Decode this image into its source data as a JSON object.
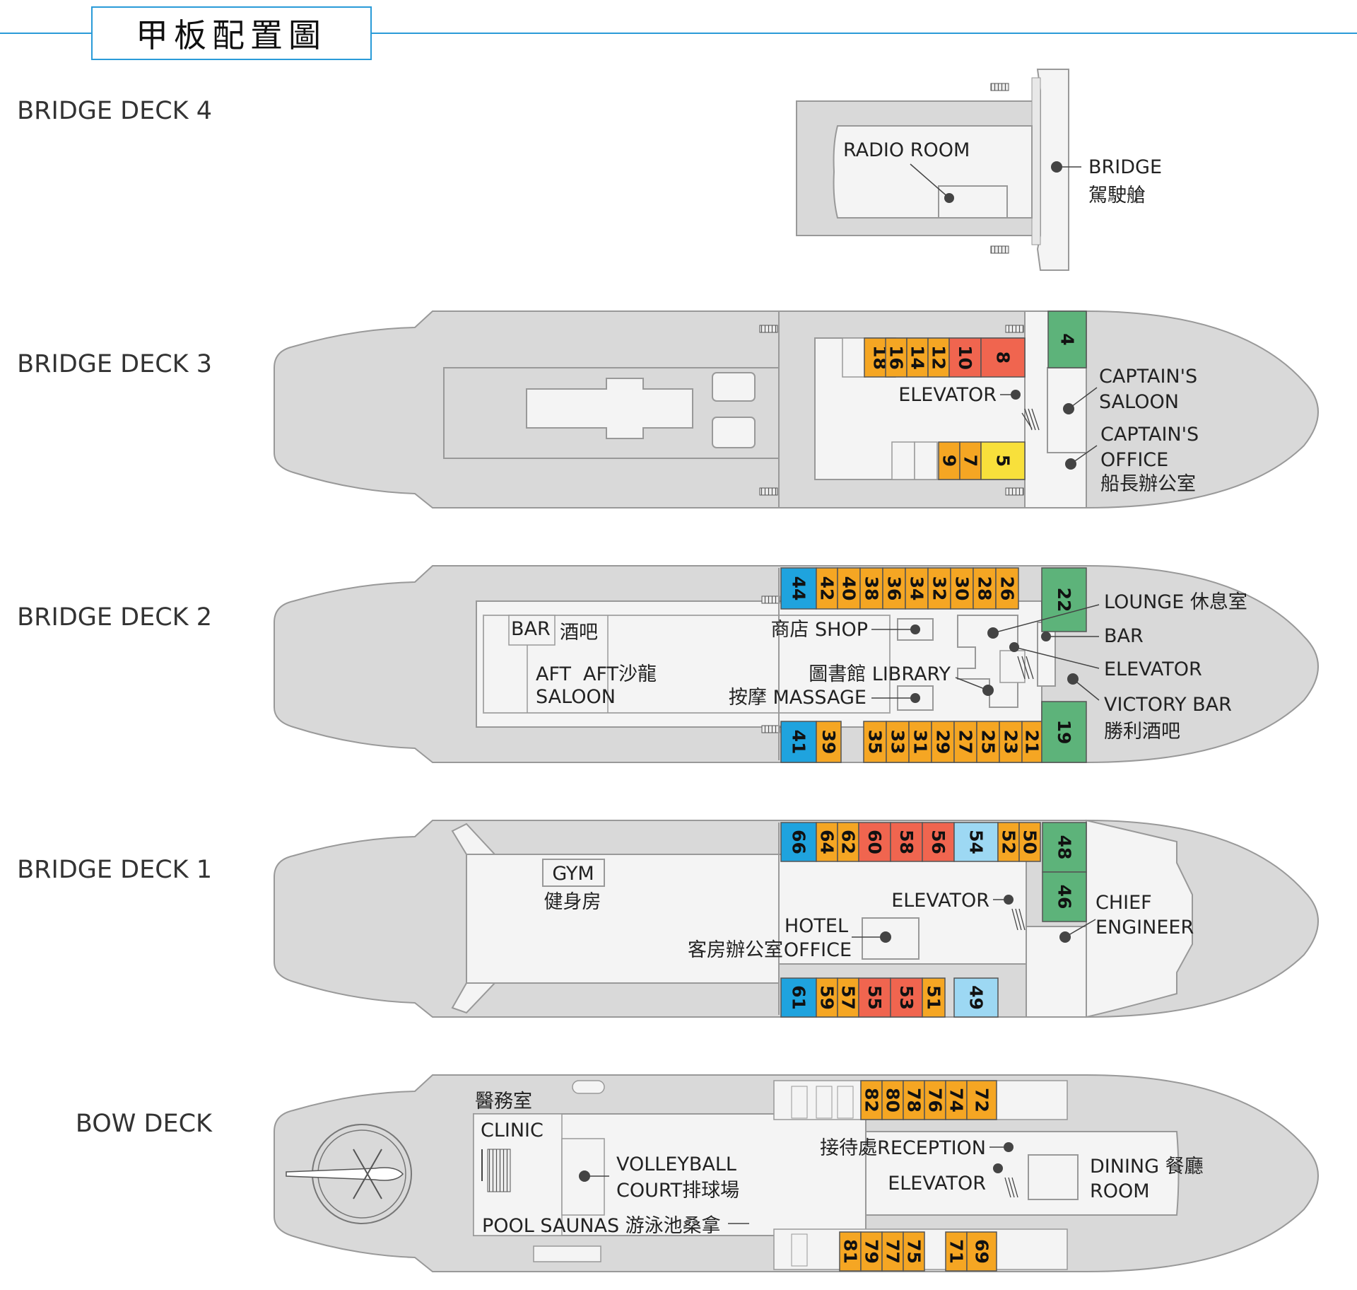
{
  "title": "甲板配置圖",
  "colors": {
    "orange": "#F5A623",
    "red": "#F0654F",
    "blue": "#1FA3DE",
    "lightblue": "#9DD8F3",
    "green": "#5DB37A",
    "yellow": "#F8E03B",
    "hull": "#D9D9D9",
    "interior": "#F4F4F4",
    "accent": "#2A9BD8"
  },
  "decks": [
    {
      "name": "BRIDGE DECK 4",
      "labels": [
        {
          "text": "RADIO ROOM"
        },
        {
          "text": "BRIDGE"
        },
        {
          "text": "駕駛艙"
        }
      ],
      "cabins": []
    },
    {
      "name": "BRIDGE DECK 3",
      "labels": [
        {
          "text": "ELEVATOR"
        },
        {
          "text": "CAPTAIN'S"
        },
        {
          "text": "SALOON"
        },
        {
          "text": "CAPTAIN'S"
        },
        {
          "text": "OFFICE"
        },
        {
          "text": "船長辦公室"
        }
      ],
      "cabins": [
        {
          "n": "18",
          "c": "orange"
        },
        {
          "n": "16",
          "c": "orange"
        },
        {
          "n": "14",
          "c": "orange"
        },
        {
          "n": "12",
          "c": "orange"
        },
        {
          "n": "10",
          "c": "red"
        },
        {
          "n": "8",
          "c": "red"
        },
        {
          "n": "4",
          "c": "green"
        },
        {
          "n": "9",
          "c": "orange"
        },
        {
          "n": "7",
          "c": "orange"
        },
        {
          "n": "5",
          "c": "yellow"
        }
      ]
    },
    {
      "name": "BRIDGE DECK 2",
      "labels": [
        {
          "text": "BAR"
        },
        {
          "text": "酒吧"
        },
        {
          "text": "AFT"
        },
        {
          "text": "SALOON"
        },
        {
          "text": "AFT沙龍"
        },
        {
          "text": "商店 SHOP"
        },
        {
          "text": "圖書館 LIBRARY"
        },
        {
          "text": "按摩 MASSAGE"
        },
        {
          "text": "LOUNGE 休息室"
        },
        {
          "text": "BAR"
        },
        {
          "text": "ELEVATOR"
        },
        {
          "text": "VICTORY BAR"
        },
        {
          "text": "勝利酒吧"
        }
      ],
      "cabins": [
        {
          "n": "44",
          "c": "blue"
        },
        {
          "n": "42",
          "c": "orange"
        },
        {
          "n": "40",
          "c": "orange"
        },
        {
          "n": "38",
          "c": "orange"
        },
        {
          "n": "36",
          "c": "orange"
        },
        {
          "n": "34",
          "c": "orange"
        },
        {
          "n": "32",
          "c": "orange"
        },
        {
          "n": "30",
          "c": "orange"
        },
        {
          "n": "28",
          "c": "orange"
        },
        {
          "n": "26",
          "c": "orange"
        },
        {
          "n": "22",
          "c": "green"
        },
        {
          "n": "41",
          "c": "blue"
        },
        {
          "n": "39",
          "c": "orange"
        },
        {
          "n": "35",
          "c": "orange"
        },
        {
          "n": "33",
          "c": "orange"
        },
        {
          "n": "31",
          "c": "orange"
        },
        {
          "n": "29",
          "c": "orange"
        },
        {
          "n": "27",
          "c": "orange"
        },
        {
          "n": "25",
          "c": "orange"
        },
        {
          "n": "23",
          "c": "orange"
        },
        {
          "n": "21",
          "c": "orange"
        },
        {
          "n": "19",
          "c": "green"
        }
      ]
    },
    {
      "name": "BRIDGE DECK 1",
      "labels": [
        {
          "text": "GYM"
        },
        {
          "text": "健身房"
        },
        {
          "text": "ELEVATOR"
        },
        {
          "text": "HOTEL"
        },
        {
          "text": "OFFICE"
        },
        {
          "text": "客房辦公室"
        },
        {
          "text": "CHIEF"
        },
        {
          "text": "ENGINEER"
        }
      ],
      "cabins": [
        {
          "n": "66",
          "c": "blue"
        },
        {
          "n": "64",
          "c": "orange"
        },
        {
          "n": "62",
          "c": "orange"
        },
        {
          "n": "60",
          "c": "red"
        },
        {
          "n": "58",
          "c": "red"
        },
        {
          "n": "56",
          "c": "red"
        },
        {
          "n": "54",
          "c": "lightblue"
        },
        {
          "n": "52",
          "c": "orange"
        },
        {
          "n": "50",
          "c": "orange"
        },
        {
          "n": "48",
          "c": "green"
        },
        {
          "n": "46",
          "c": "green"
        },
        {
          "n": "61",
          "c": "blue"
        },
        {
          "n": "59",
          "c": "orange"
        },
        {
          "n": "57",
          "c": "orange"
        },
        {
          "n": "55",
          "c": "red"
        },
        {
          "n": "53",
          "c": "red"
        },
        {
          "n": "51",
          "c": "orange"
        },
        {
          "n": "49",
          "c": "lightblue"
        }
      ]
    },
    {
      "name": "BOW DECK",
      "labels": [
        {
          "text": "醫務室"
        },
        {
          "text": "CLINIC"
        },
        {
          "text": "VOLLEYBALL"
        },
        {
          "text": "COURT排球場"
        },
        {
          "text": "POOL SAUNAS 游泳池桑拿"
        },
        {
          "text": "接待處RECEPTION"
        },
        {
          "text": "ELEVATOR"
        },
        {
          "text": "DINING 餐廳"
        },
        {
          "text": "ROOM"
        }
      ],
      "cabins": [
        {
          "n": "82",
          "c": "orange"
        },
        {
          "n": "80",
          "c": "orange"
        },
        {
          "n": "78",
          "c": "orange"
        },
        {
          "n": "76",
          "c": "orange"
        },
        {
          "n": "74",
          "c": "orange"
        },
        {
          "n": "72",
          "c": "orange"
        },
        {
          "n": "81",
          "c": "orange"
        },
        {
          "n": "79",
          "c": "orange"
        },
        {
          "n": "77",
          "c": "orange"
        },
        {
          "n": "75",
          "c": "orange"
        },
        {
          "n": "71",
          "c": "orange"
        },
        {
          "n": "69",
          "c": "orange"
        }
      ]
    }
  ]
}
